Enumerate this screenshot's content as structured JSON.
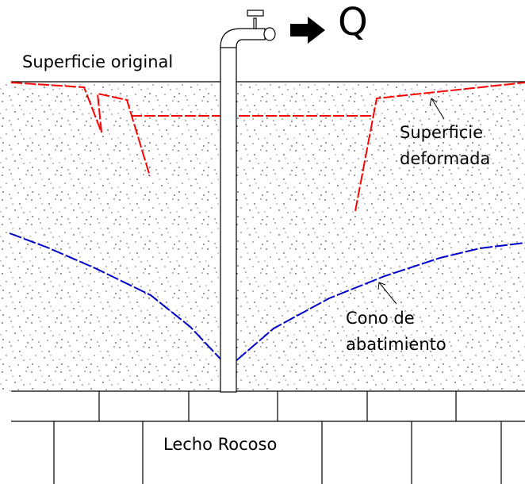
{
  "labels": {
    "original_surface": "Superficie original",
    "deformed_surface_line1": "Superficie",
    "deformed_surface_line2": "deformada",
    "cone_line1": "Cono de",
    "cone_line2": "abatimiento",
    "bedrock": "Lecho Rocoso",
    "discharge": "Q"
  },
  "colors": {
    "deformed_surface": "#ff0000",
    "cone_of_depression": "#0000cc",
    "outline": "#000000"
  },
  "icons": {
    "faucet": "faucet-icon",
    "flow_arrow": "arrow-right-icon"
  }
}
